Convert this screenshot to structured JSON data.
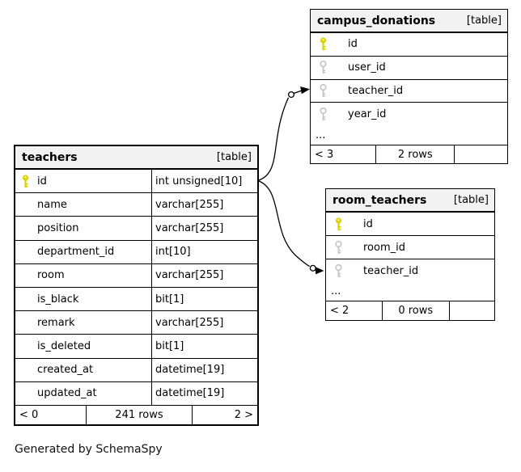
{
  "page": {
    "generator_note": "Generated by SchemaSpy"
  },
  "colors": {
    "primary_key_icon": "#dcd200",
    "foreign_key_icon": "#c4c4c4",
    "header_bg": "#f2f2f2",
    "border": "#000000",
    "background": "#ffffff"
  },
  "tables": {
    "teachers": {
      "title": "teachers",
      "type_label": "[table]",
      "columns": [
        {
          "name": "id",
          "type": "int unsigned[10]",
          "key": "primary"
        },
        {
          "name": "name",
          "type": "varchar[255]",
          "key": "none"
        },
        {
          "name": "position",
          "type": "varchar[255]",
          "key": "none"
        },
        {
          "name": "department_id",
          "type": "int[10]",
          "key": "none"
        },
        {
          "name": "room",
          "type": "varchar[255]",
          "key": "none"
        },
        {
          "name": "is_black",
          "type": "bit[1]",
          "key": "none"
        },
        {
          "name": "remark",
          "type": "varchar[255]",
          "key": "none"
        },
        {
          "name": "is_deleted",
          "type": "bit[1]",
          "key": "none"
        },
        {
          "name": "created_at",
          "type": "datetime[19]",
          "key": "none"
        },
        {
          "name": "updated_at",
          "type": "datetime[19]",
          "key": "none"
        }
      ],
      "footer": {
        "children": "< 0",
        "rows": "241 rows",
        "parents": "2 >"
      }
    },
    "campus_donations": {
      "title": "campus_donations",
      "type_label": "[table]",
      "columns": [
        {
          "name": "id",
          "key": "primary"
        },
        {
          "name": "user_id",
          "key": "foreign"
        },
        {
          "name": "teacher_id",
          "key": "foreign"
        },
        {
          "name": "year_id",
          "key": "foreign"
        }
      ],
      "ellipsis": "...",
      "footer": {
        "children": "< 3",
        "rows": "2 rows",
        "parents": ""
      }
    },
    "room_teachers": {
      "title": "room_teachers",
      "type_label": "[table]",
      "columns": [
        {
          "name": "id",
          "key": "primary"
        },
        {
          "name": "room_id",
          "key": "foreign"
        },
        {
          "name": "teacher_id",
          "key": "foreign"
        }
      ],
      "ellipsis": "...",
      "footer": {
        "children": "< 2",
        "rows": "0 rows",
        "parents": ""
      }
    }
  },
  "relationships": [
    {
      "from": "teachers.id",
      "to": "campus_donations.teacher_id"
    },
    {
      "from": "teachers.id",
      "to": "room_teachers.teacher_id"
    }
  ]
}
